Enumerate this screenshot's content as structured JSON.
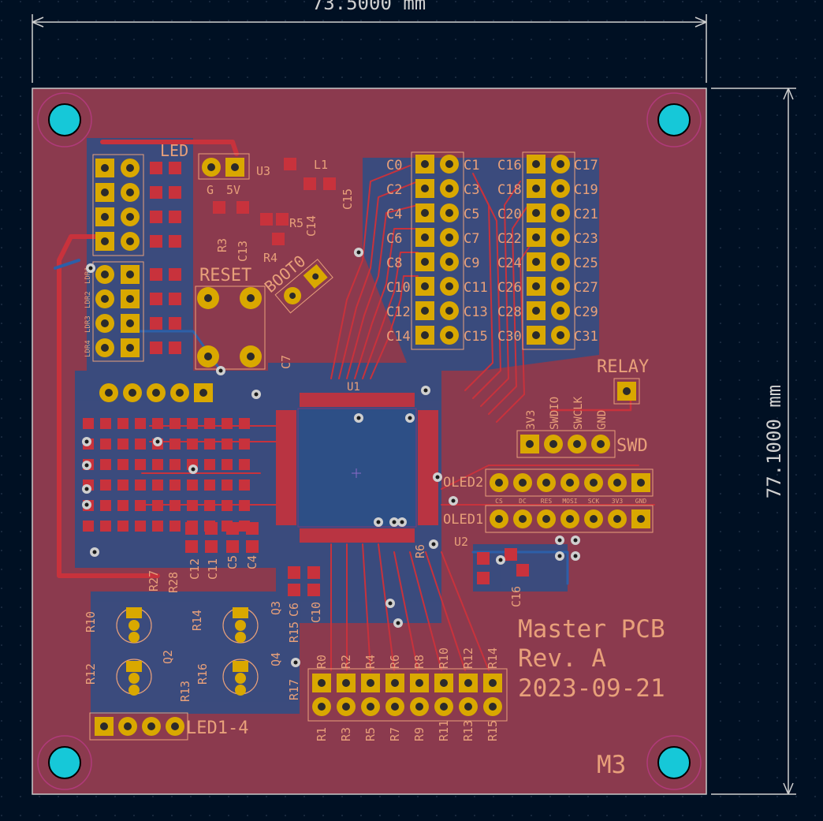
{
  "colors": {
    "background": "#001023",
    "board_fill": "#8b3a4e",
    "copper_front": "#c8323c",
    "copper_back": "#2d5fa8",
    "silkscreen": "#e8a07a",
    "pad_gold": "#d9a800",
    "dimension": "#d0d0d0",
    "mount_hole": "#16c8d8",
    "courtyard": "#d040d0"
  },
  "dimensions": {
    "width_label": "73.5000 mm",
    "height_label": "77.1000 mm"
  },
  "board_text": {
    "title": "Master PCB",
    "revision": "Rev. A",
    "date": "2023-09-21",
    "mount": "M3"
  },
  "silk_labels": {
    "led": "LED",
    "power_g": "G",
    "power_5v": "5V",
    "u3": "U3",
    "l1": "L1",
    "reset": "RESET",
    "boot0": "BOOT0",
    "r3": "R3",
    "r4": "R4",
    "r5": "R5",
    "c13": "C13",
    "c14": "C14",
    "c15": "C15",
    "u1": "U1",
    "u2": "U2",
    "relay": "RELAY",
    "swd": "SWD",
    "swdio": "SWDIO",
    "swclk": "SWCLK",
    "gnd": "GND",
    "v33": "3V3",
    "oled2": "OLED2",
    "oled1": "OLED1",
    "led14": "LED1-4",
    "c7": "C7",
    "c16": "C16",
    "r6": "R6",
    "r27": "R27",
    "r28": "R28",
    "r10": "R10",
    "r12": "R12",
    "r13": "R13",
    "r14": "R14",
    "r16": "R16",
    "r17": "R17",
    "c12": "C12",
    "c11": "C11",
    "c5": "C5",
    "c4": "C4",
    "c6": "C6",
    "c10": "C10",
    "q2": "Q2",
    "q3": "Q3",
    "q4": "Q4",
    "r15": "R15"
  },
  "header_left_labels": [
    "C0",
    "C2",
    "C4",
    "C6",
    "C8",
    "C10",
    "C12",
    "C14"
  ],
  "header_left_right_labels": [
    "C1",
    "C3",
    "C5",
    "C7",
    "C9",
    "C11",
    "C13",
    "C15"
  ],
  "header_right_labels": [
    "C16",
    "C18",
    "C20",
    "C22",
    "C24",
    "C26",
    "C28",
    "C30"
  ],
  "header_right_right_labels": [
    "C17",
    "C19",
    "C21",
    "C23",
    "C25",
    "C27",
    "C29",
    "C31"
  ],
  "oled_pins": [
    "CS",
    "DC",
    "RES",
    "MOSI",
    "SCK",
    "3V3",
    "GND"
  ],
  "r_top_labels": [
    "R0",
    "R2",
    "R4",
    "R6",
    "R8",
    "R10",
    "R12",
    "R14"
  ],
  "r_bottom_labels": [
    "R1",
    "R3",
    "R5",
    "R7",
    "R9",
    "R11",
    "R13",
    "R15"
  ],
  "ldr_labels": [
    "LDR1",
    "LDR2",
    "LDR3",
    "LDR4"
  ]
}
